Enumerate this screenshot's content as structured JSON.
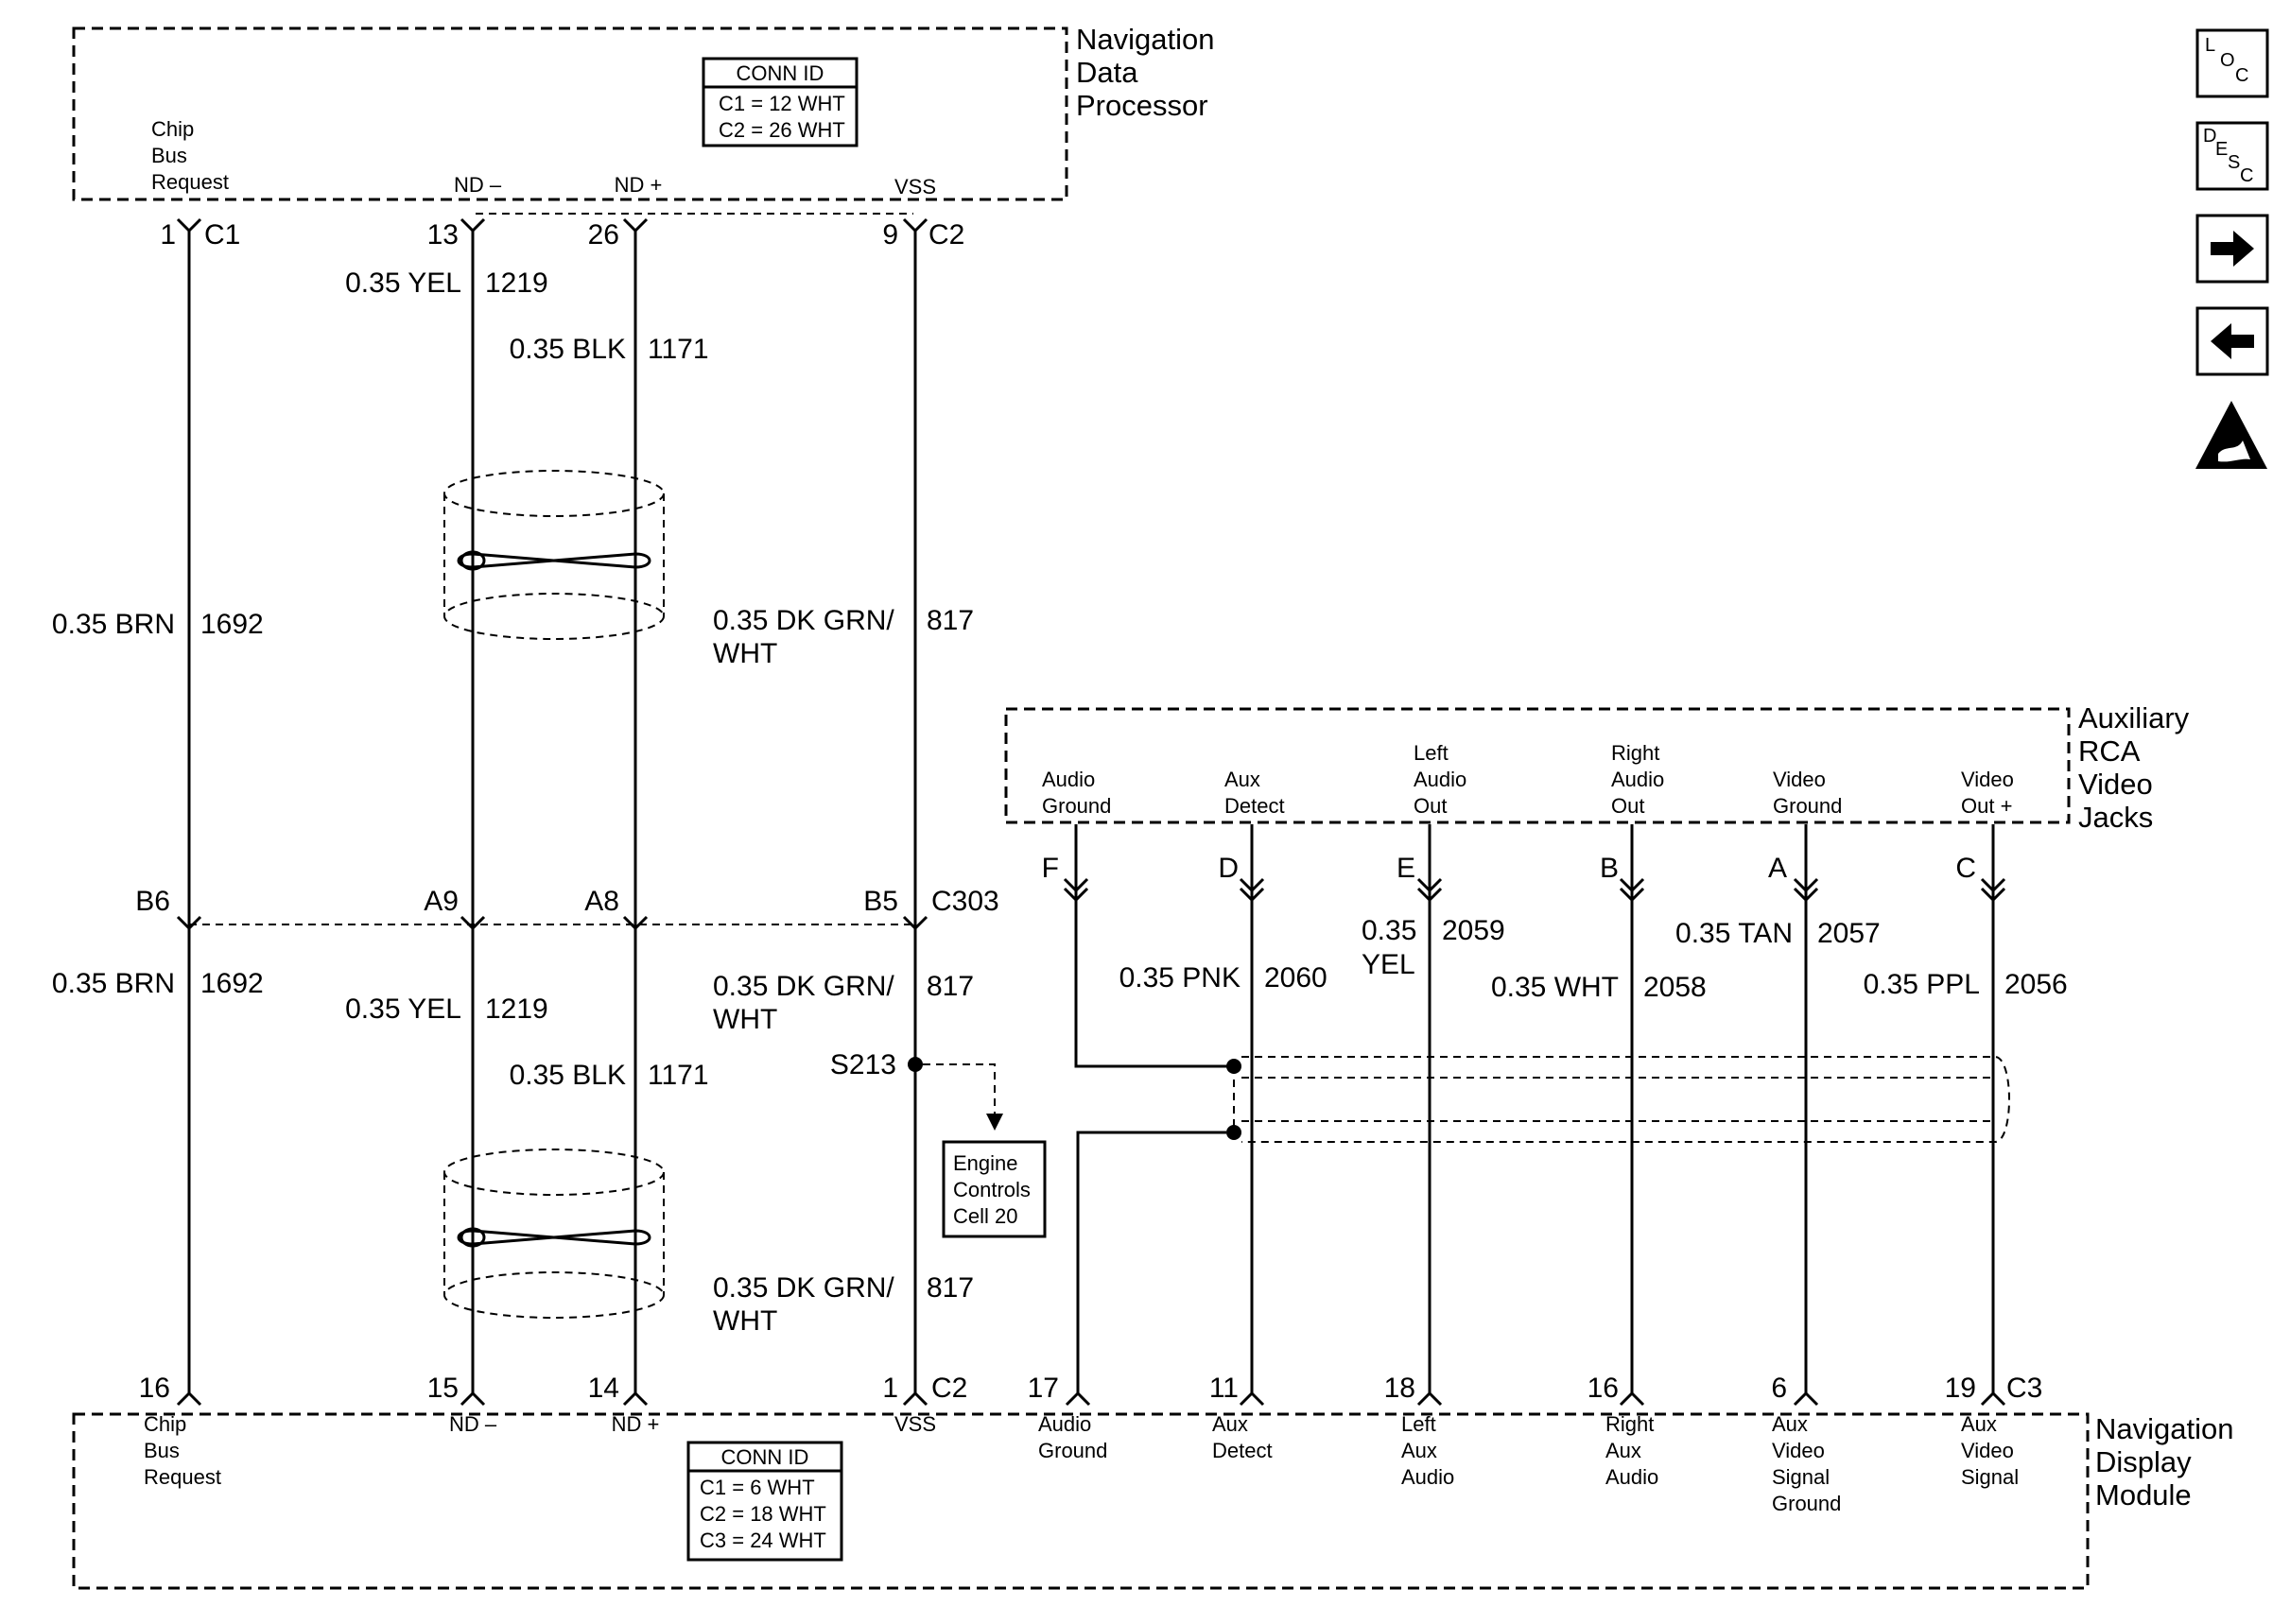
{
  "components": {
    "ndp": {
      "name": [
        "Navigation",
        "Data",
        "Processor"
      ],
      "conn_id": {
        "title": "CONN ID",
        "rows": [
          "C1 = 12 WHT",
          "C2 = 26 WHT"
        ]
      }
    },
    "aux": {
      "name": [
        "Auxiliary",
        "RCA",
        "Video",
        "Jacks"
      ]
    },
    "ndm": {
      "name": [
        "Navigation",
        "Display",
        "Module"
      ],
      "conn_id": {
        "title": "CONN ID",
        "rows": [
          "C1 = 6 WHT",
          "C2 = 18 WHT",
          "C3 = 24 WHT"
        ]
      }
    },
    "engine": {
      "lines": [
        "Engine",
        "Controls",
        "Cell 20"
      ]
    }
  },
  "top_pins": {
    "chip": {
      "label": [
        "Chip",
        "Bus",
        "Request"
      ],
      "pin": "1",
      "conn": "C1"
    },
    "ndminus": {
      "label": [
        "ND –"
      ],
      "pin": "13"
    },
    "ndplus": {
      "label": [
        "ND +"
      ],
      "pin": "26"
    },
    "vss": {
      "label": [
        "VSS"
      ],
      "pin": "9",
      "conn": "C2"
    }
  },
  "wires_upper": {
    "chip": {
      "gauge": "0.35 BRN",
      "circuit": "1692"
    },
    "ndminus": {
      "gauge": "0.35 YEL",
      "circuit": "1219"
    },
    "ndplus": {
      "gauge": "0.35 BLK",
      "circuit": "1171"
    },
    "vss": {
      "gauge": [
        "0.35 DK GRN/",
        "WHT"
      ],
      "circuit": "817"
    }
  },
  "inline_connector": {
    "name": "C303",
    "pins": {
      "chip": "B6",
      "ndminus": "A9",
      "ndplus": "A8",
      "vss": "B5"
    }
  },
  "wires_lower": {
    "chip": {
      "gauge": "0.35 BRN",
      "circuit": "1692"
    },
    "ndminus": {
      "gauge": "0.35 YEL",
      "circuit": "1219"
    },
    "ndplus": {
      "gauge": "0.35 BLK",
      "circuit": "1171"
    },
    "vss_a": {
      "gauge": [
        "0.35 DK GRN/",
        "WHT"
      ],
      "circuit": "817"
    },
    "vss_b": {
      "gauge": [
        "0.35 DK GRN/",
        "WHT"
      ],
      "circuit": "817"
    }
  },
  "splice": "S213",
  "aux_pins": [
    {
      "id": "audio_ground",
      "label": [
        "Audio",
        "Ground"
      ],
      "pin": "F",
      "gauge": [],
      "circuit": "",
      "bottom_pin": "17",
      "bottom_label": [
        "Audio",
        "Ground"
      ]
    },
    {
      "id": "aux_detect",
      "label": [
        "Aux",
        "Detect"
      ],
      "pin": "D",
      "gauge": [
        "0.35 PNK"
      ],
      "circuit": "2060",
      "bottom_pin": "11",
      "bottom_label": [
        "Aux",
        "Detect"
      ]
    },
    {
      "id": "left_audio",
      "label": [
        "Left",
        "Audio",
        "Out"
      ],
      "pin": "E",
      "gauge": [
        "0.35",
        "YEL"
      ],
      "circuit": "2059",
      "bottom_pin": "18",
      "bottom_label": [
        "Left",
        "Aux",
        "Audio"
      ]
    },
    {
      "id": "right_audio",
      "label": [
        "Right",
        "Audio",
        "Out"
      ],
      "pin": "B",
      "gauge": [
        "0.35 WHT"
      ],
      "circuit": "2058",
      "bottom_pin": "16",
      "bottom_label": [
        "Right",
        "Aux",
        "Audio"
      ]
    },
    {
      "id": "video_ground",
      "label": [
        "Video",
        "Ground"
      ],
      "pin": "A",
      "gauge": [
        "0.35 TAN"
      ],
      "circuit": "2057",
      "bottom_pin": "6",
      "bottom_label": [
        "Aux",
        "Video",
        "Signal",
        "Ground"
      ]
    },
    {
      "id": "video_out",
      "label": [
        "Video",
        "Out +"
      ],
      "pin": "C",
      "gauge": [
        "0.35 PPL"
      ],
      "circuit": "2056",
      "bottom_pin": "19",
      "bottom_label": [
        "Aux",
        "Video",
        "Signal"
      ]
    }
  ],
  "bottom_pins": {
    "chip": {
      "pin": "16",
      "label": [
        "Chip",
        "Bus",
        "Request"
      ]
    },
    "ndminus": {
      "pin": "15",
      "label": [
        "ND –"
      ]
    },
    "ndplus": {
      "pin": "14",
      "label": [
        "ND +"
      ]
    },
    "vss": {
      "pin": "1",
      "conn": "C2",
      "label": [
        "VSS"
      ]
    },
    "aux_conn": "C3"
  },
  "nav_icons": [
    {
      "name": "loc-icon",
      "text": [
        "L",
        "O",
        "C"
      ]
    },
    {
      "name": "desc-icon",
      "text": [
        "D",
        "E",
        "S",
        "C"
      ]
    },
    {
      "name": "next-arrow-icon"
    },
    {
      "name": "prev-arrow-icon"
    },
    {
      "name": "esd-warning-icon"
    }
  ]
}
